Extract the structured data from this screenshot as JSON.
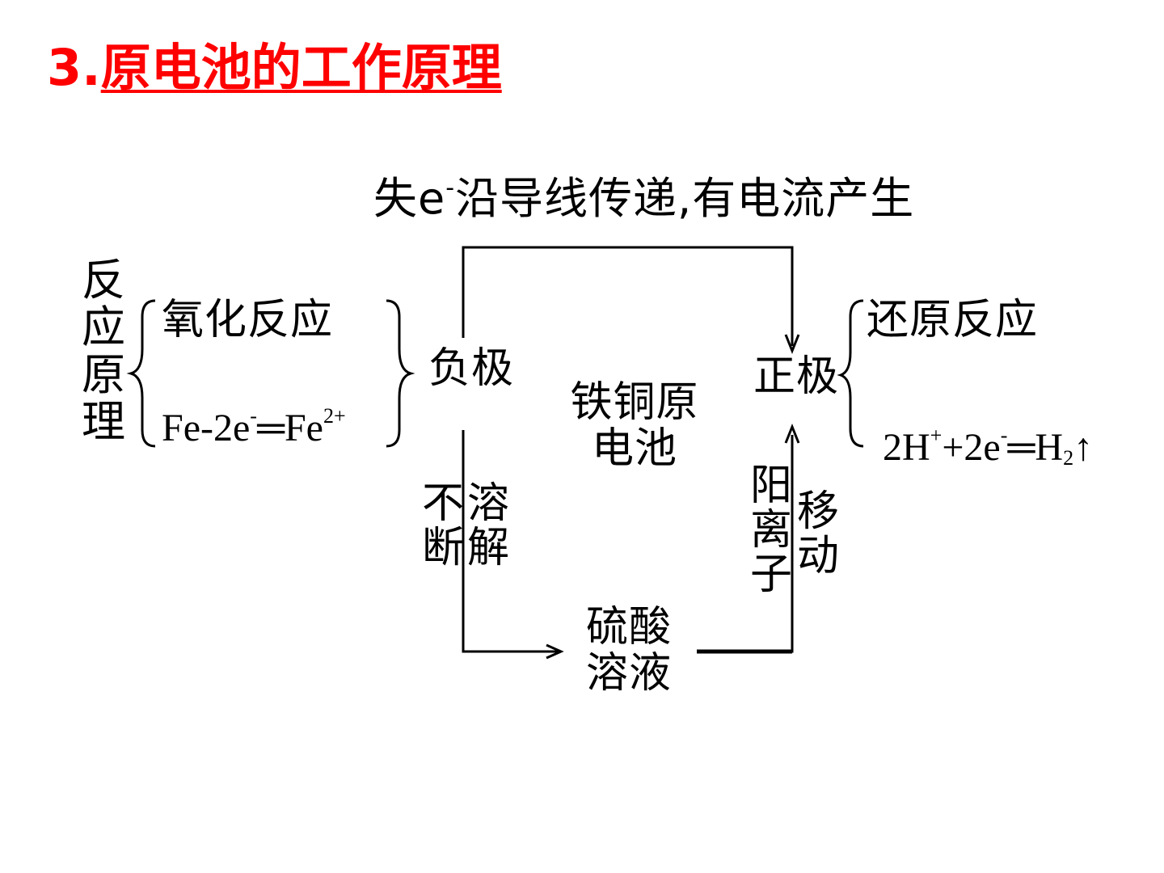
{
  "title": {
    "number": "3.",
    "text": "原电池的工作原理"
  },
  "diagram": {
    "top_label_main": "失e",
    "top_label_sup": "-",
    "top_label_rest": "沿导线传递,有电流产生",
    "reaction_principle": "反应原理",
    "oxidation": "氧化反应",
    "left_equation": {
      "part1": "Fe-2e",
      "sup1": "-",
      "part2": "═Fe",
      "sup2": "2+"
    },
    "negative_electrode": "负极",
    "cell_name": "铁铜原电池",
    "positive_electrode": "正极",
    "reduction": "还原反应",
    "right_equation": {
      "part1": "2H",
      "sup1": "+",
      "part2": "+2e",
      "sup2": "-",
      "part3": "═H",
      "sub3": "2",
      "arrow": "↑"
    },
    "dissolve_a": "不断",
    "dissolve_b": "溶解",
    "cation_a": "阳离子",
    "cation_b": "移动",
    "solution": "硫酸溶液"
  },
  "colors": {
    "title": "#ff0000",
    "text": "#000000",
    "background": "#ffffff"
  }
}
